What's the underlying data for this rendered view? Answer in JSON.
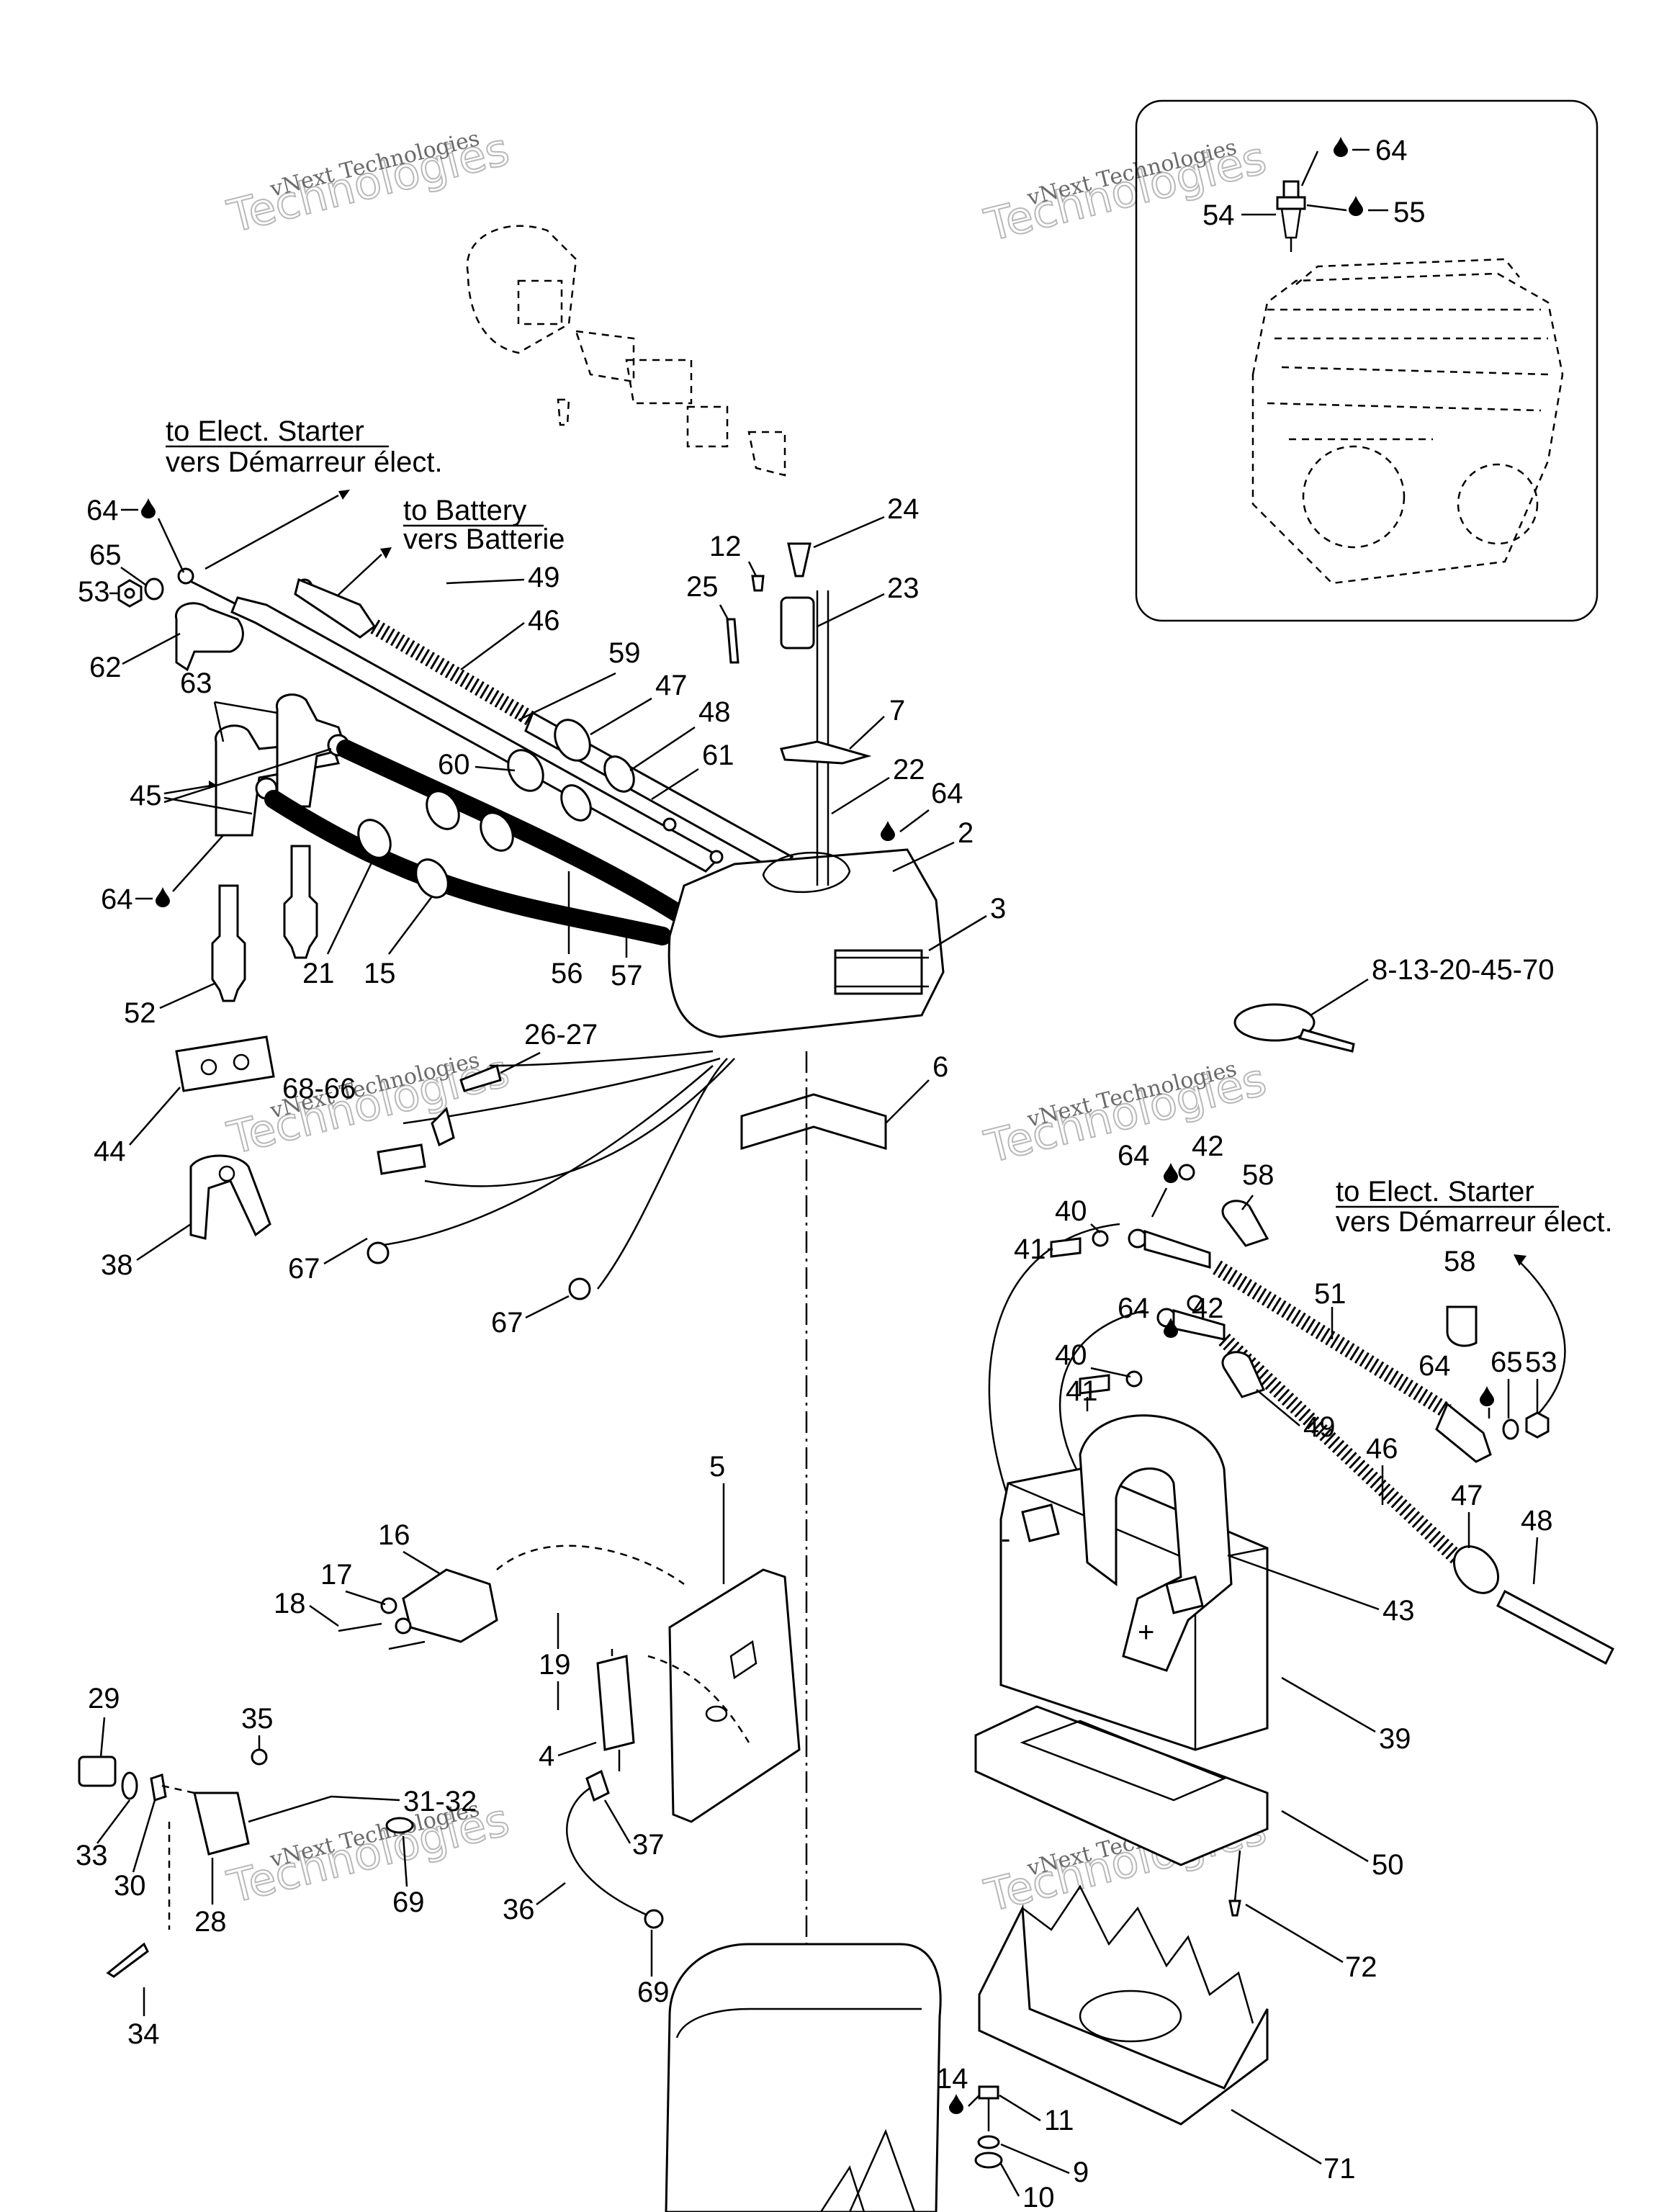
{
  "watermark": {
    "line1": "vNext Technologies",
    "line2": "Technologies"
  },
  "notes": {
    "to_elect_starter_1": {
      "heading": "to Elect. Starter",
      "sub": "vers Démarreur élect."
    },
    "to_battery": {
      "heading": "to Battery",
      "sub": "vers Batterie"
    },
    "to_elect_starter_2": {
      "heading": "to Elect. Starter",
      "sub": "vers Démarreur élect."
    }
  },
  "callouts": {
    "c64a": "64",
    "c54": "54",
    "c55": "55",
    "c64b": "64",
    "c65a": "65",
    "c53a": "53",
    "c62": "62",
    "c63": "63",
    "c45": "45",
    "c64c": "64",
    "c52": "52",
    "c21": "21",
    "c15": "15",
    "c56": "56",
    "c57": "57",
    "c49a": "49",
    "c46a": "46",
    "c59": "59",
    "c47a": "47",
    "c48a": "48",
    "c60": "60",
    "c61": "61",
    "c12": "12",
    "c25": "25",
    "c24": "24",
    "c23": "23",
    "c7": "7",
    "c22": "22",
    "c64d": "64",
    "c2": "2",
    "c3": "3",
    "c26_27": "26-27",
    "c68_66": "68-66",
    "c44": "44",
    "c38": "38",
    "c67a": "67",
    "c67b": "67",
    "c6": "6",
    "c8_70": "8-13-20-45-70",
    "c64e": "64",
    "c42a": "42",
    "c58a": "58",
    "c40a": "40",
    "c41a": "41",
    "c51": "51",
    "c58b": "58",
    "c64f": "64",
    "c42b": "42",
    "c40b": "40",
    "c41b": "41",
    "c49b": "49",
    "c64g": "64",
    "c65b": "65",
    "c53b": "53",
    "c46b": "46",
    "c47b": "47",
    "c48b": "48",
    "c43": "43",
    "c39": "39",
    "c50": "50",
    "c72": "72",
    "c71": "71",
    "c5": "5",
    "c16": "16",
    "c17": "17",
    "c18": "18",
    "c19": "19",
    "c4": "4",
    "c37": "37",
    "c36": "36",
    "c69a": "69",
    "c29": "29",
    "c35": "35",
    "c33": "33",
    "c30": "30",
    "c31_32": "31-32",
    "c69b": "69",
    "c28": "28",
    "c34": "34",
    "c14": "14",
    "c11": "11",
    "c9": "9",
    "c10": "10"
  }
}
